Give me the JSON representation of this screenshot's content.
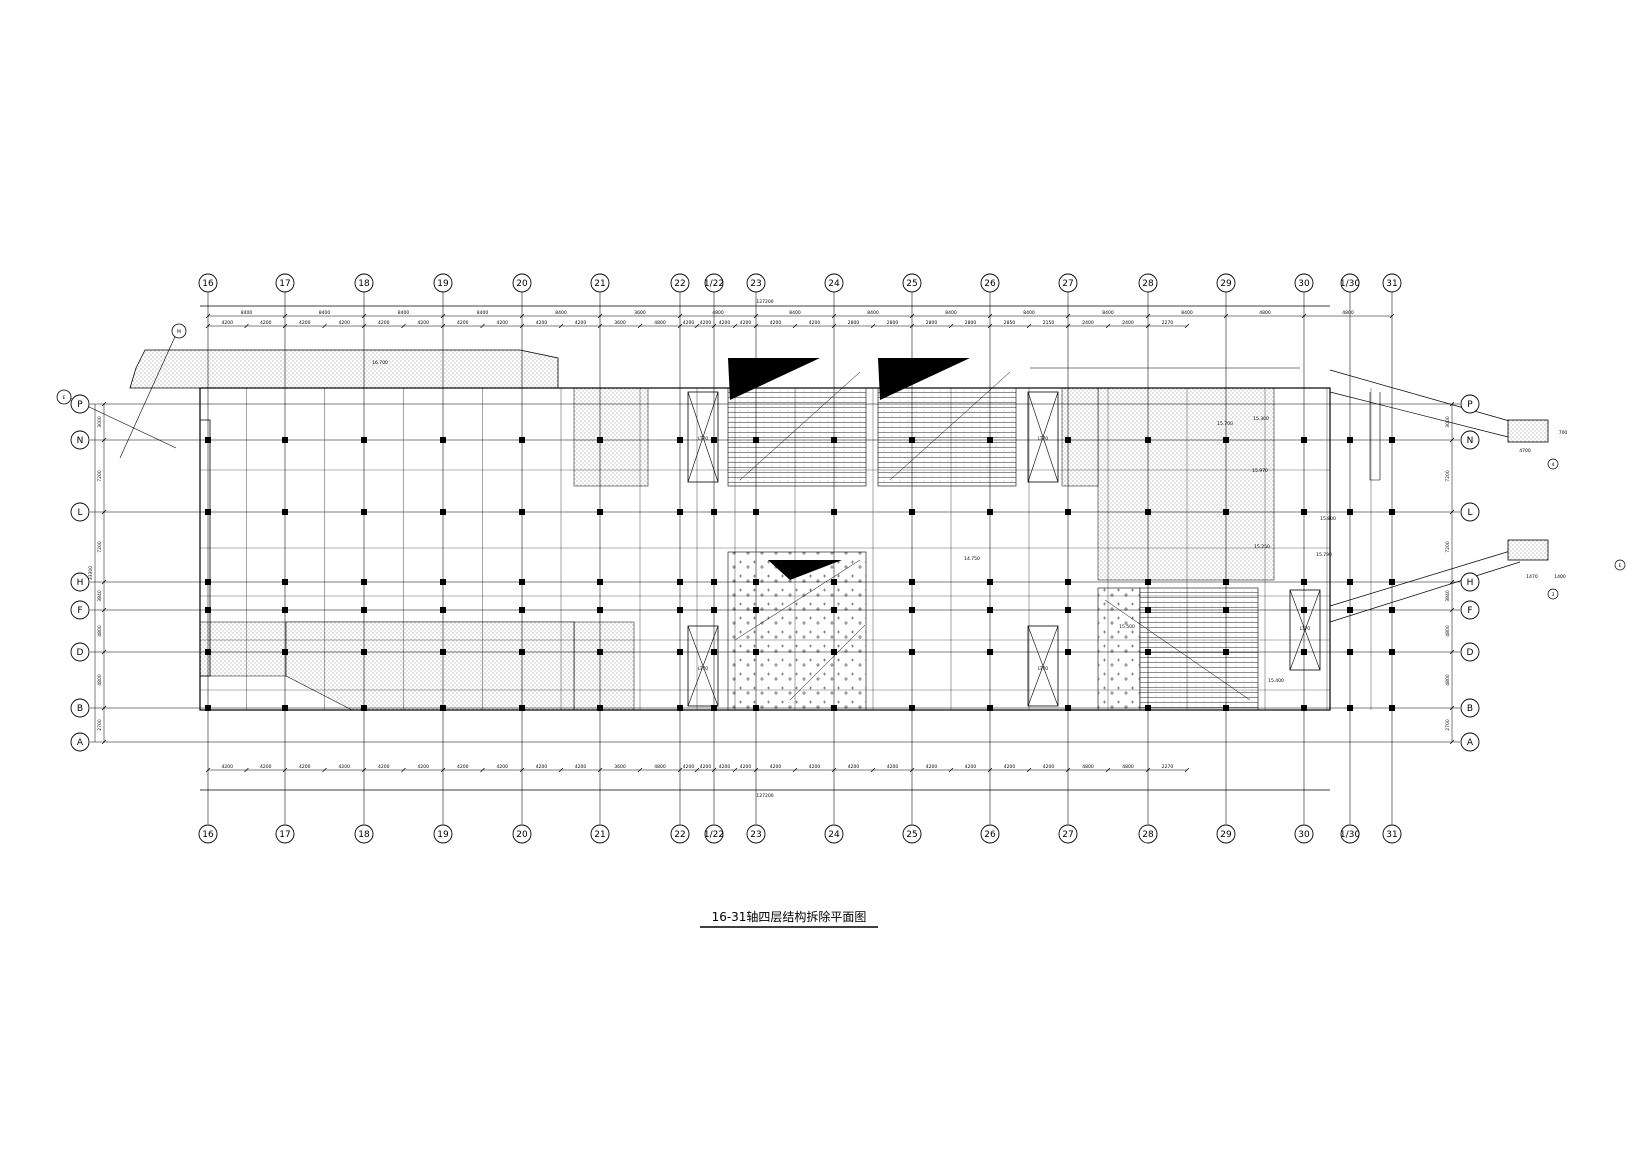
{
  "drawing": {
    "title": "16-31轴四层结构拆除平面图"
  },
  "grid": {
    "columns": [
      {
        "label": "16"
      },
      {
        "label": "17"
      },
      {
        "label": "18"
      },
      {
        "label": "19"
      },
      {
        "label": "20"
      },
      {
        "label": "21"
      },
      {
        "label": "22"
      },
      {
        "label": "1/22"
      },
      {
        "label": "23"
      },
      {
        "label": "24"
      },
      {
        "label": "25"
      },
      {
        "label": "26"
      },
      {
        "label": "27"
      },
      {
        "label": "28"
      },
      {
        "label": "29"
      },
      {
        "label": "30"
      },
      {
        "label": "1/30"
      },
      {
        "label": "31"
      }
    ],
    "rows": [
      {
        "label": "P"
      },
      {
        "label": "N"
      },
      {
        "label": "L"
      },
      {
        "label": "H"
      },
      {
        "label": "F"
      },
      {
        "label": "D"
      },
      {
        "label": "B"
      },
      {
        "label": "A"
      }
    ]
  },
  "dimensions": {
    "overall_label": "127200",
    "top_spans": [
      "8400",
      "8400",
      "8400",
      "8400",
      "8400",
      "3600",
      "4800",
      "8400",
      "8400",
      "8400",
      "8400",
      "8400",
      "8400",
      "4800",
      "4800"
    ],
    "top_subspans": [
      "4200",
      "4200",
      "4200",
      "4200",
      "4200",
      "4200",
      "4200",
      "4200",
      "4200",
      "4200",
      "3600",
      "4800",
      "4200",
      "4200",
      "4200",
      "4200",
      "4200",
      "4200",
      "2800",
      "2800",
      "2800",
      "2800",
      "2850",
      "2150",
      "2400",
      "2400",
      "2270"
    ],
    "bottom_subspans": [
      "4200",
      "4200",
      "4200",
      "4200",
      "4200",
      "4200",
      "4200",
      "4200",
      "4200",
      "4200",
      "3600",
      "4800",
      "4200",
      "4200",
      "4200",
      "4200",
      "4200",
      "4200",
      "4200",
      "4200",
      "4200",
      "4200",
      "4200",
      "4200",
      "4800",
      "4800",
      "2270"
    ],
    "left_spans": [
      "3000",
      "7200",
      "7200",
      "3840",
      "4800",
      "4800",
      "2700"
    ],
    "right_spans": [
      "3000",
      "7200",
      "7200",
      "3840",
      "4800",
      "4800",
      "2700"
    ],
    "left_total": "33300",
    "annotations": [
      "LT70",
      "LT70",
      "LT70",
      "LT70",
      "LT70",
      "16.700",
      "15.700",
      "14.750",
      "15.300",
      "15.970",
      "15.500",
      "15.400",
      "15.250",
      "15.790",
      "15.800",
      "4700",
      "1470",
      "1400",
      "700"
    ]
  },
  "detail_marks": [
    {
      "label": "4"
    },
    {
      "label": "3"
    }
  ],
  "side_labels": [
    {
      "label": "E"
    },
    {
      "label": "M"
    }
  ]
}
